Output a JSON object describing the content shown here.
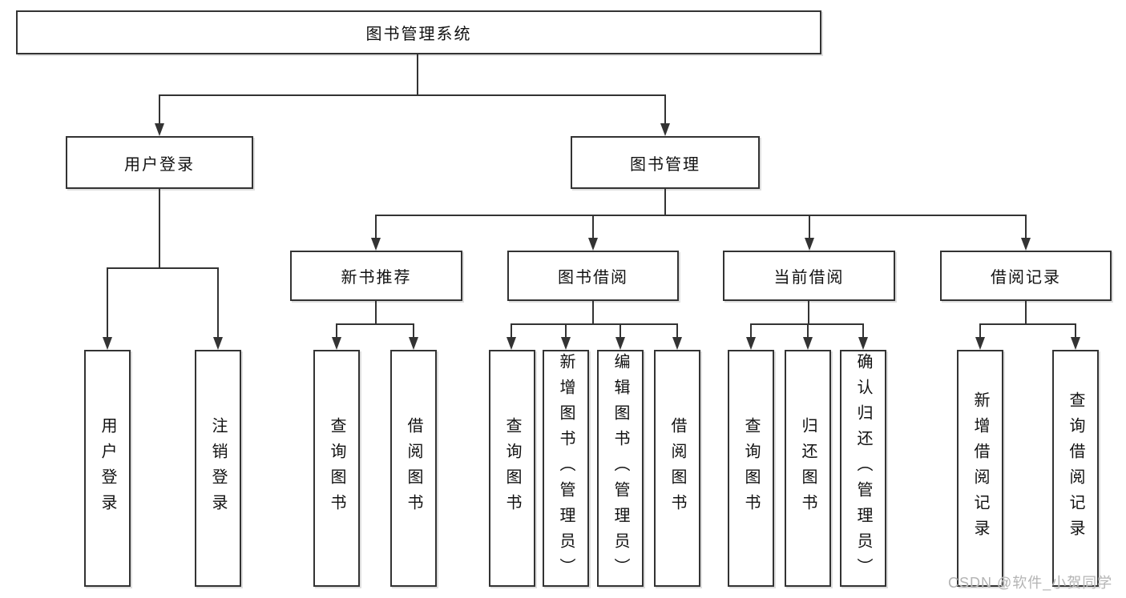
{
  "diagram": {
    "root": {
      "label": "图书管理系统"
    },
    "branches": [
      {
        "label": "用户登录",
        "children": [
          {
            "label": "用户登录"
          },
          {
            "label": "注销登录"
          }
        ]
      },
      {
        "label": "图书管理",
        "children": [
          {
            "label": "新书推荐",
            "children": [
              {
                "label": "查询图书"
              },
              {
                "label": "借阅图书"
              }
            ]
          },
          {
            "label": "图书借阅",
            "children": [
              {
                "label": "查询图书"
              },
              {
                "label": "新增图书（管理员）"
              },
              {
                "label": "编辑图书（管理员）"
              },
              {
                "label": "借阅图书"
              }
            ]
          },
          {
            "label": "当前借阅",
            "children": [
              {
                "label": "查询图书"
              },
              {
                "label": "归还图书"
              },
              {
                "label": "确认归还（管理员）"
              }
            ]
          },
          {
            "label": "借阅记录",
            "children": [
              {
                "label": "新增借阅记录"
              },
              {
                "label": "查询借阅记录"
              }
            ]
          }
        ]
      }
    ]
  },
  "watermark": {
    "text": "CSDN @软件_小贺同学"
  },
  "colors": {
    "line": "#333333",
    "box_border": "#333333",
    "background": "#ffffff",
    "text": "#111111",
    "watermark": "#b4b4b4"
  }
}
